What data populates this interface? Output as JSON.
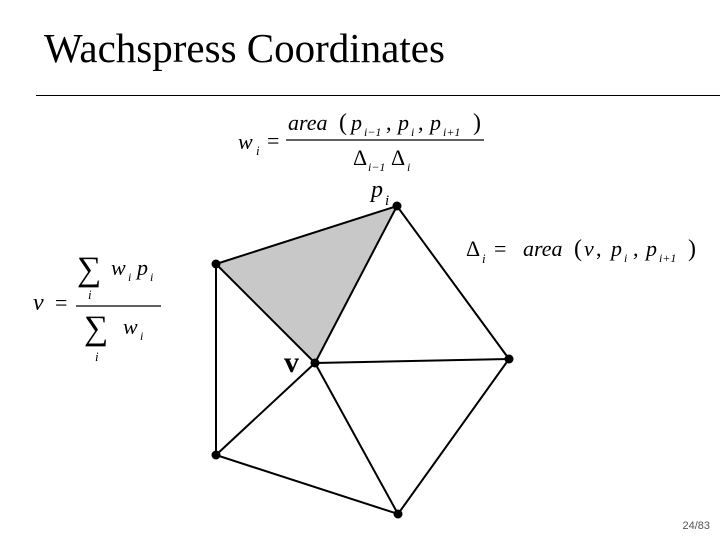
{
  "slide": {
    "title": "Wachspress Coordinates",
    "page_number": "24/83"
  },
  "formulas": {
    "weight": {
      "lhs": "w",
      "lhs_sub": "i",
      "eq": "=",
      "numerator": {
        "fn": "area",
        "open": "(",
        "p": "p",
        "sub_prev": "i−1",
        "sub_cur": "i",
        "sub_next": "i+1",
        "comma": ",",
        "close": ")"
      },
      "denominator": {
        "delta": "Δ",
        "sub_prev": "i−1",
        "sub_cur": "i"
      }
    },
    "delta_def": {
      "delta": "Δ",
      "sub": "i",
      "eq": "=",
      "fn": "area",
      "open": "(",
      "v": "v",
      "comma": ",",
      "p": "p",
      "sub_cur": "i",
      "sub_next": "i+1",
      "close": ")"
    },
    "combination": {
      "lhs": "v",
      "eq": "=",
      "sum": "∑",
      "index": "i",
      "w": "w",
      "w_sub": "i",
      "p": "p",
      "p_sub": "i"
    }
  },
  "diagram": {
    "vertex_label": {
      "name": "p",
      "sub": "i"
    },
    "center_label": "v",
    "fill_color": "#c8c8c8",
    "line_color": "#000000"
  }
}
